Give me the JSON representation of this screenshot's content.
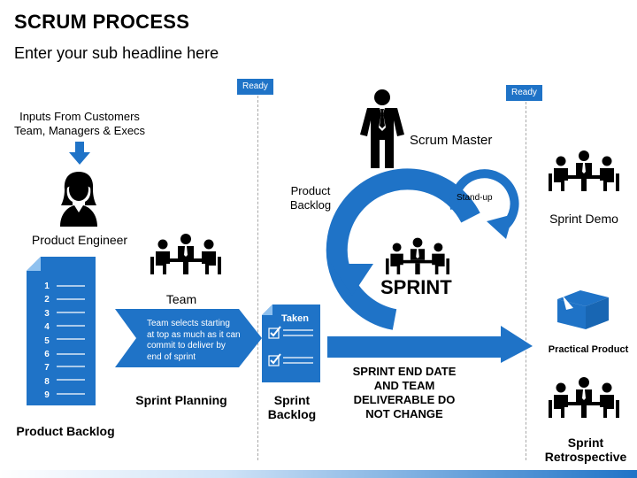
{
  "header": {
    "title": "SCRUM PROCESS",
    "subtitle": "Enter your sub headline here"
  },
  "ready_badges": [
    "Ready",
    "Ready"
  ],
  "inputs": {
    "line1": "Inputs From Customers",
    "line2": "Team, Managers & Execs"
  },
  "product_engineer": "Product Engineer",
  "team": "Team",
  "planning_text": [
    "Team selects starting",
    "at top as much as it can",
    "commit to deliver by",
    "end of sprint"
  ],
  "sprint_planning": "Sprint Planning",
  "product_backlog": "Product Backlog",
  "backlog_numbers": [
    "1",
    "2",
    "3",
    "4",
    "5",
    "6",
    "7",
    "8",
    "9"
  ],
  "taken": "Taken",
  "sprint_backlog": {
    "line1": "Sprint",
    "line2": "Backlog"
  },
  "cycle_backlog": {
    "line1": "Product",
    "line2": "Backlog"
  },
  "scrum_master": "Scrum Master",
  "standup": "Stand-up",
  "sprint": "SPRINT",
  "sprint_end": {
    "line1": "SPRINT END DATE",
    "line2": "AND TEAM",
    "line3": "DELIVERABLE DO",
    "line4": "NOT CHANGE"
  },
  "sprint_demo": "Sprint Demo",
  "practical_product": "Practical Product",
  "sprint_retro": {
    "line1": "Sprint",
    "line2": "Retrospective"
  },
  "colors": {
    "accent": "#1f73c7",
    "light_accent": "#2a8ae0",
    "black": "#000000"
  }
}
